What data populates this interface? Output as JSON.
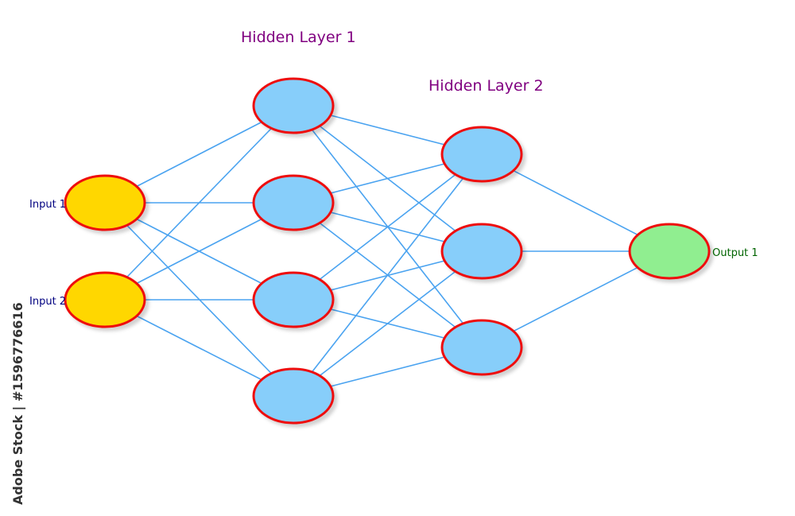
{
  "diagram": {
    "layer_titles": {
      "hidden1": "Hidden Layer 1",
      "hidden2": "Hidden Layer 2"
    },
    "inputs": [
      "Input 1",
      "Input 2"
    ],
    "outputs": [
      "Output 1"
    ],
    "layer_sizes": {
      "input": 2,
      "hidden1": 4,
      "hidden2": 3,
      "output": 1
    },
    "connectivity": "fully-connected",
    "colors": {
      "input_fill": "#FFD700",
      "hidden_fill": "#87CEFA",
      "output_fill": "#90EE90",
      "node_stroke": "#EE1111",
      "edge": "#4AA3F0",
      "layer_title": "#800080",
      "input_label": "#000080",
      "output_label": "#006400"
    }
  },
  "watermark": "Adobe Stock | #1596776616"
}
